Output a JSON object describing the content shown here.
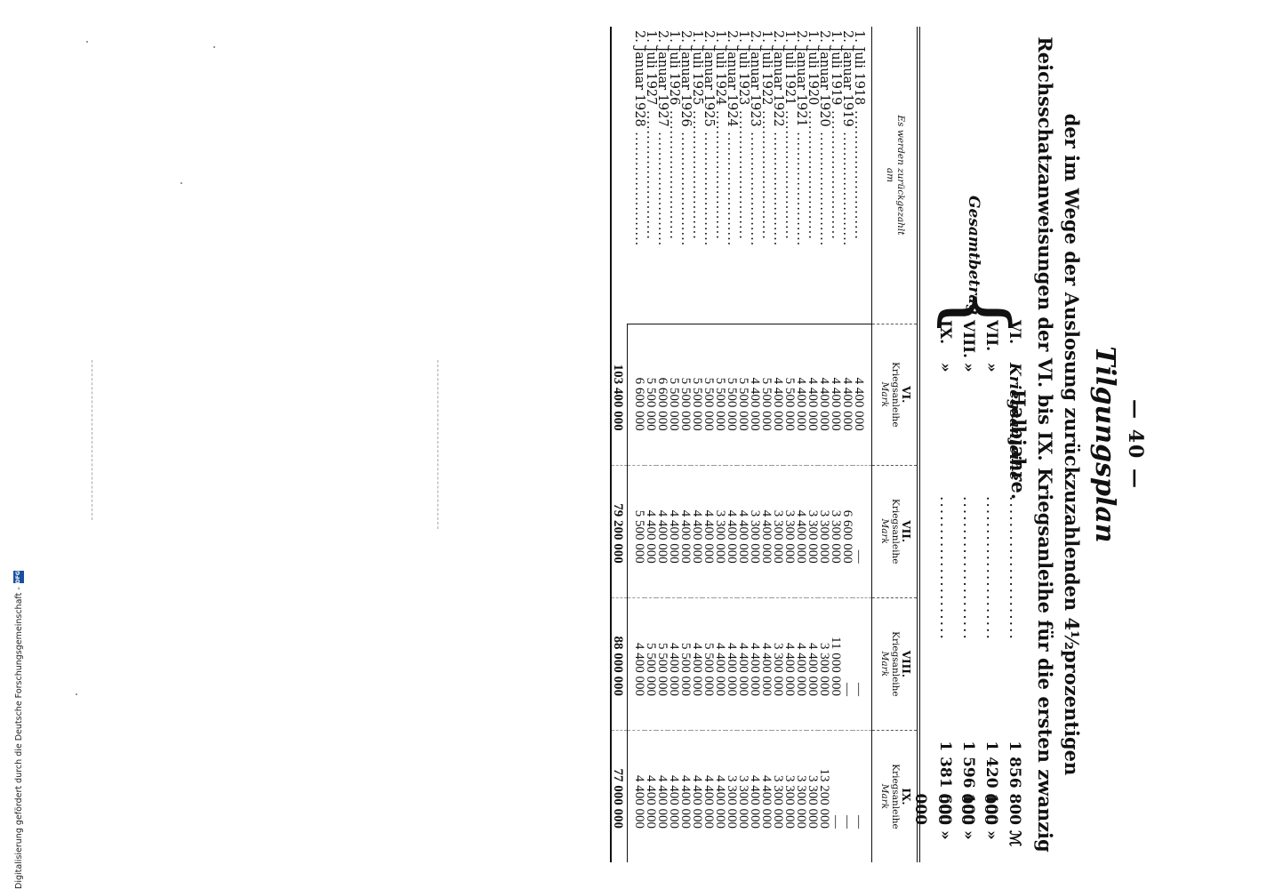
{
  "page_number": "— 40 —",
  "title": "Tilgungsplan",
  "subtitle": "der im Wege der Auslosung zurückzuzahlenden 4½prozentigen Reichsschatzanweisungen der VI. bis IX. Kriegsanleihe für die ersten zwanzig Halbjahre.",
  "summary": {
    "label": "Gesamtbetrag",
    "rows": [
      {
        "num": "VI.",
        "name": "Kriegsanleihe",
        "dots": "......................",
        "amount": "1 856 800 000",
        "unit": "ℳ"
      },
      {
        "num": "VII.",
        "name": "»",
        "dots": "......................",
        "amount": "1 420 100 000",
        "unit": "»"
      },
      {
        "num": "VIII.",
        "name": "»",
        "dots": "......................",
        "amount": "1 596 100 000",
        "unit": "»"
      },
      {
        "num": "IX.",
        "name": "»",
        "dots": "......................",
        "amount": "1 381 600 000",
        "unit": "»"
      }
    ]
  },
  "table": {
    "date_header": [
      "Es werden zurückgezahlt",
      "am"
    ],
    "columns": [
      {
        "roman": "VI.",
        "label": "Kriegsanleihe",
        "unit": "Mark"
      },
      {
        "roman": "VII.",
        "label": "Kriegsanleihe",
        "unit": "Mark"
      },
      {
        "roman": "VIII.",
        "label": "Kriegsanleihe",
        "unit": "Mark"
      },
      {
        "roman": "IX.",
        "label": "Kriegsanleihe",
        "unit": "Mark"
      }
    ],
    "rows": [
      {
        "date": "1. Juli 1918",
        "vi": "4 400 000",
        "vii": "—",
        "viii": "—",
        "ix": "—"
      },
      {
        "date": "2. Januar 1919",
        "vi": "4 400 000",
        "vii": "6 600 000",
        "viii": "—",
        "ix": "—"
      },
      {
        "date": "1. Juli 1919",
        "vi": "4 400 000",
        "vii": "3 300 000",
        "viii": "11 000 000",
        "ix": "—"
      },
      {
        "date": "2. Januar 1920",
        "vi": "4 400 000",
        "vii": "3 300 000",
        "viii": "3 300 000",
        "ix": "13 200 000"
      },
      {
        "date": "1. Juli 1920",
        "vi": "4 400 000",
        "vii": "3 300 000",
        "viii": "4 400 000",
        "ix": "3 300 000"
      },
      {
        "date": "2. Januar 1921",
        "vi": "4 400 000",
        "vii": "4 400 000",
        "viii": "4 400 000",
        "ix": "3 300 000"
      },
      {
        "date": "1. Juli 1921",
        "vi": "5 500 000",
        "vii": "3 300 000",
        "viii": "4 400 000",
        "ix": "3 300 000"
      },
      {
        "date": "2. Januar 1922",
        "vi": "4 400 000",
        "vii": "3 300 000",
        "viii": "3 300 000",
        "ix": "3 300 000"
      },
      {
        "date": "1. Juli 1922",
        "vi": "5 500 000",
        "vii": "4 400 000",
        "viii": "4 400 000",
        "ix": "4 400 000"
      },
      {
        "date": "2. Januar 1923",
        "vi": "4 400 000",
        "vii": "3 300 000",
        "viii": "4 400 000",
        "ix": "4 400 000"
      },
      {
        "date": "1. Juli 1923",
        "vi": "5 500 000",
        "vii": "4 400 000",
        "viii": "4 400 000",
        "ix": "3 300 000"
      },
      {
        "date": "2. Januar 1924",
        "vi": "5 500 000",
        "vii": "4 400 000",
        "viii": "4 400 000",
        "ix": "3 300 000"
      },
      {
        "date": "1. Juli 1924",
        "vi": "5 500 000",
        "vii": "3 300 000",
        "viii": "4 400 000",
        "ix": "4 400 000"
      },
      {
        "date": "2. Januar 1925",
        "vi": "5 500 000",
        "vii": "4 400 000",
        "viii": "5 500 000",
        "ix": "4 400 000"
      },
      {
        "date": "1. Juli 1925",
        "vi": "5 500 000",
        "vii": "4 400 000",
        "viii": "4 400 000",
        "ix": "4 400 000"
      },
      {
        "date": "2. Januar 1926",
        "vi": "5 500 000",
        "vii": "4 400 000",
        "viii": "5 500 000",
        "ix": "4 400 000"
      },
      {
        "date": "1. Juli 1926",
        "vi": "5 500 000",
        "vii": "4 400 000",
        "viii": "4 400 000",
        "ix": "4 400 000"
      },
      {
        "date": "2. Januar 1927",
        "vi": "6 600 000",
        "vii": "4 400 000",
        "viii": "5 500 000",
        "ix": "4 400 000"
      },
      {
        "date": "1. Juli 1927",
        "vi": "5 500 000",
        "vii": "4 400 000",
        "viii": "5 500 000",
        "ix": "4 400 000"
      },
      {
        "date": "2. Januar 1928",
        "vi": "6 600 000",
        "vii": "5 500 000",
        "viii": "4 400 000",
        "ix": "4 400 000"
      }
    ],
    "totals": {
      "vi": "103 400 000",
      "vii": "79 200 000",
      "viii": "88 000 000",
      "ix": "77 000 000"
    }
  },
  "footnote": {
    "text": "Digitalisierung gefördert durch die Deutsche Forschungsgemeinschaft -",
    "logo": "DFG"
  }
}
